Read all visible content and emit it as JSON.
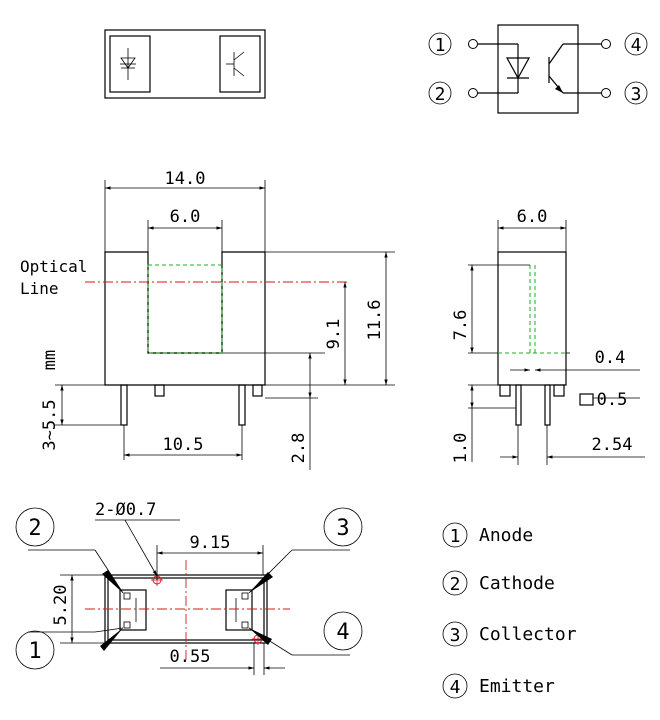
{
  "dims": {
    "width_total": "14.0",
    "slot_width": "6.0",
    "height_total": "11.6",
    "optical_height": "9.1",
    "pin_pitch": "10.5",
    "pin_length": "3~5.5",
    "unit": "mm",
    "base_height": "2.8",
    "side_width": "6.0",
    "side_height": "7.6",
    "lead_width": "0.4",
    "lead_thick": "0.5",
    "lead_pitch": "2.54",
    "lead_offset": "1.0",
    "hole_spec": "2-Ø0.7",
    "hole_pitch": "9.15",
    "hole_row_pitch": "5.20",
    "hole_offset": "0.55"
  },
  "labels": {
    "optical_line_1": "Optical",
    "optical_line_2": "Line"
  },
  "pins": [
    {
      "num": "1",
      "name": "Anode"
    },
    {
      "num": "2",
      "name": "Cathode"
    },
    {
      "num": "3",
      "name": "Collector"
    },
    {
      "num": "4",
      "name": "Emitter"
    }
  ],
  "colors": {
    "optical_axis": "#d21a1a",
    "hidden_slot": "#19b119",
    "ink": "#000000"
  }
}
